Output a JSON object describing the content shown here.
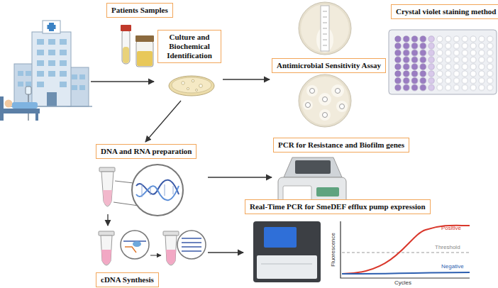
{
  "diagram": {
    "nodes": [
      {
        "text": [
          "Patients Samples"
        ]
      },
      {
        "text": [
          "Culture and Biochemical Identification"
        ]
      },
      {
        "text": [
          "Antimicrobial Sensitivity Assay"
        ]
      },
      {
        "text": [
          "Crystal violet staining method"
        ]
      },
      {
        "text": [
          "DNA and RNA preparation"
        ]
      },
      {
        "text": [
          "PCR for Resistance and Biofilm genes"
        ]
      },
      {
        "text": [
          "Real-Time PCR for SmeDEF efflux pump expression"
        ]
      },
      {
        "text": [
          "cDNA Synthesis"
        ]
      }
    ],
    "edges": [
      {
        "from": 1,
        "to": 2,
        "arrow": "to"
      },
      {
        "from": 1,
        "to": 4,
        "arrow": "to"
      },
      {
        "from": 4,
        "to": 5,
        "arrow": "to"
      },
      {
        "from": 4,
        "to": 7,
        "arrow": "to"
      },
      {
        "from": 7,
        "to": 6,
        "arrow": "to"
      }
    ],
    "labels": [
      "Positive",
      "Threshold",
      "Negative",
      "Fluorescence",
      "Cycles"
    ]
  }
}
